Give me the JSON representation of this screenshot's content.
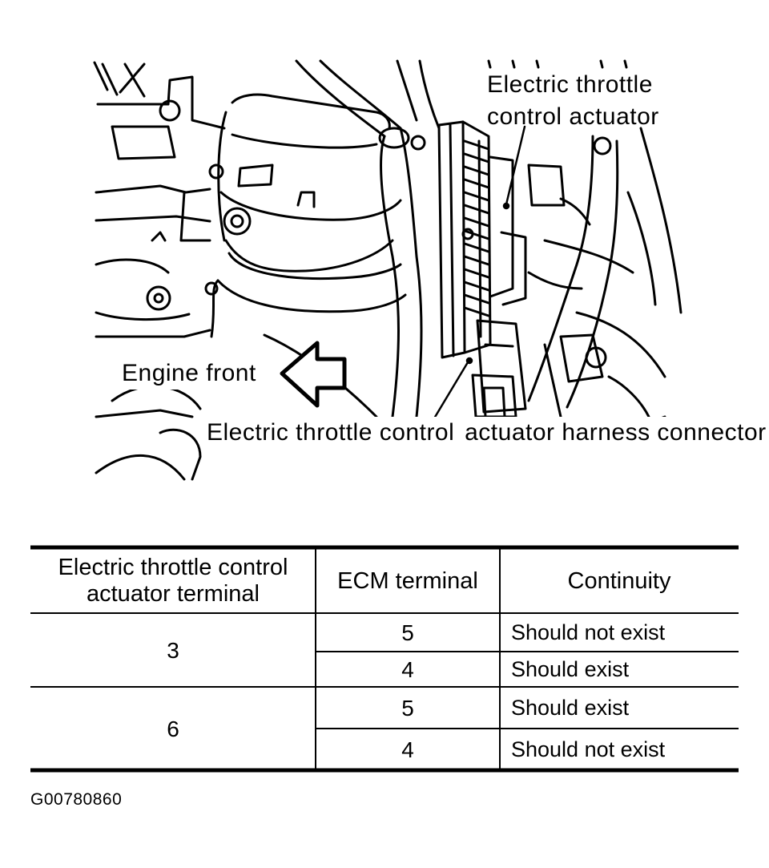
{
  "callouts": {
    "actuator_line1": "Electric throttle",
    "actuator_line2": "control actuator",
    "engine_front": "Engine front",
    "connector_line1": "Electric throttle control",
    "connector_line2": "actuator harness connector"
  },
  "table": {
    "headers": {
      "actuator_terminal_line1": "Electric throttle control",
      "actuator_terminal_line2": "actuator terminal",
      "ecm_terminal": "ECM terminal",
      "continuity": "Continuity"
    },
    "groups": [
      {
        "actuator_terminal": "3",
        "rows": [
          {
            "ecm_terminal": "5",
            "continuity": "Should not exist"
          },
          {
            "ecm_terminal": "4",
            "continuity": "Should exist"
          }
        ]
      },
      {
        "actuator_terminal": "6",
        "rows": [
          {
            "ecm_terminal": "5",
            "continuity": "Should exist"
          },
          {
            "ecm_terminal": "4",
            "continuity": "Should not exist"
          }
        ]
      }
    ]
  },
  "figure_id": "G00780860"
}
